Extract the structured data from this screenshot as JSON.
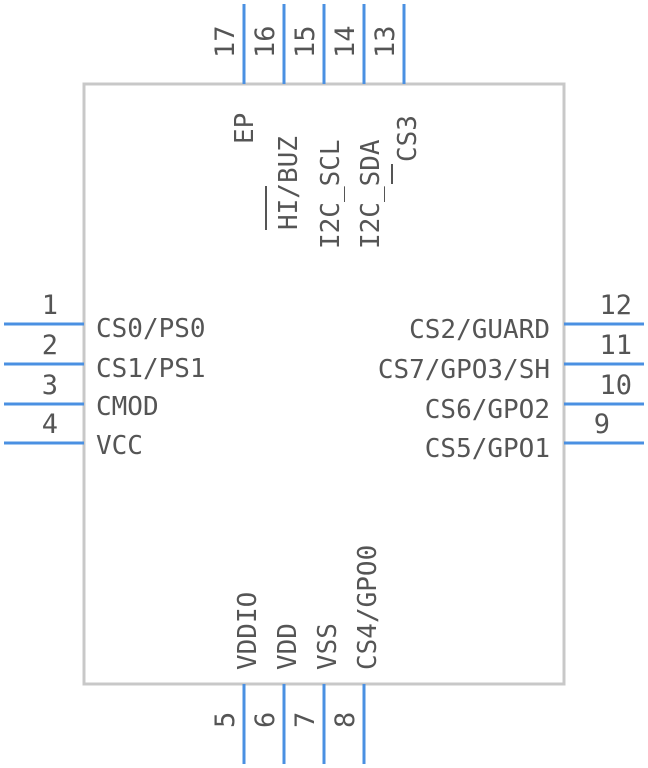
{
  "component": {
    "body_color": "#c8c8c8",
    "pin_color": "#4a90e2",
    "text_color": "#555555"
  },
  "pins": [
    {
      "number": "1",
      "name": "CS0/PS0",
      "side": "left"
    },
    {
      "number": "2",
      "name": "CS1/PS1",
      "side": "left"
    },
    {
      "number": "3",
      "name": "CMOD",
      "side": "left"
    },
    {
      "number": "4",
      "name": "VCC",
      "side": "left"
    },
    {
      "number": "5",
      "name": "VDDIO",
      "side": "bottom"
    },
    {
      "number": "6",
      "name": "VDD",
      "side": "bottom"
    },
    {
      "number": "7",
      "name": "VSS",
      "side": "bottom"
    },
    {
      "number": "8",
      "name": "CS4/GPO0",
      "side": "bottom"
    },
    {
      "number": "9",
      "name": "CS5/GPO1",
      "side": "right"
    },
    {
      "number": "10",
      "name": "CS6/GPO2",
      "side": "right"
    },
    {
      "number": "11",
      "name": "CS7/GPO3/SH",
      "side": "right"
    },
    {
      "number": "12",
      "name": "CS2/GUARD",
      "side": "right"
    },
    {
      "number": "13",
      "name": "CS3",
      "side": "top"
    },
    {
      "number": "14",
      "name": "I2C_SDA",
      "side": "top"
    },
    {
      "number": "15",
      "name": "I2C_SCL",
      "side": "top"
    },
    {
      "number": "16",
      "name": "HI/BUZ",
      "side": "top",
      "overline": "HI"
    },
    {
      "number": "17",
      "name": "EP",
      "side": "top"
    }
  ]
}
